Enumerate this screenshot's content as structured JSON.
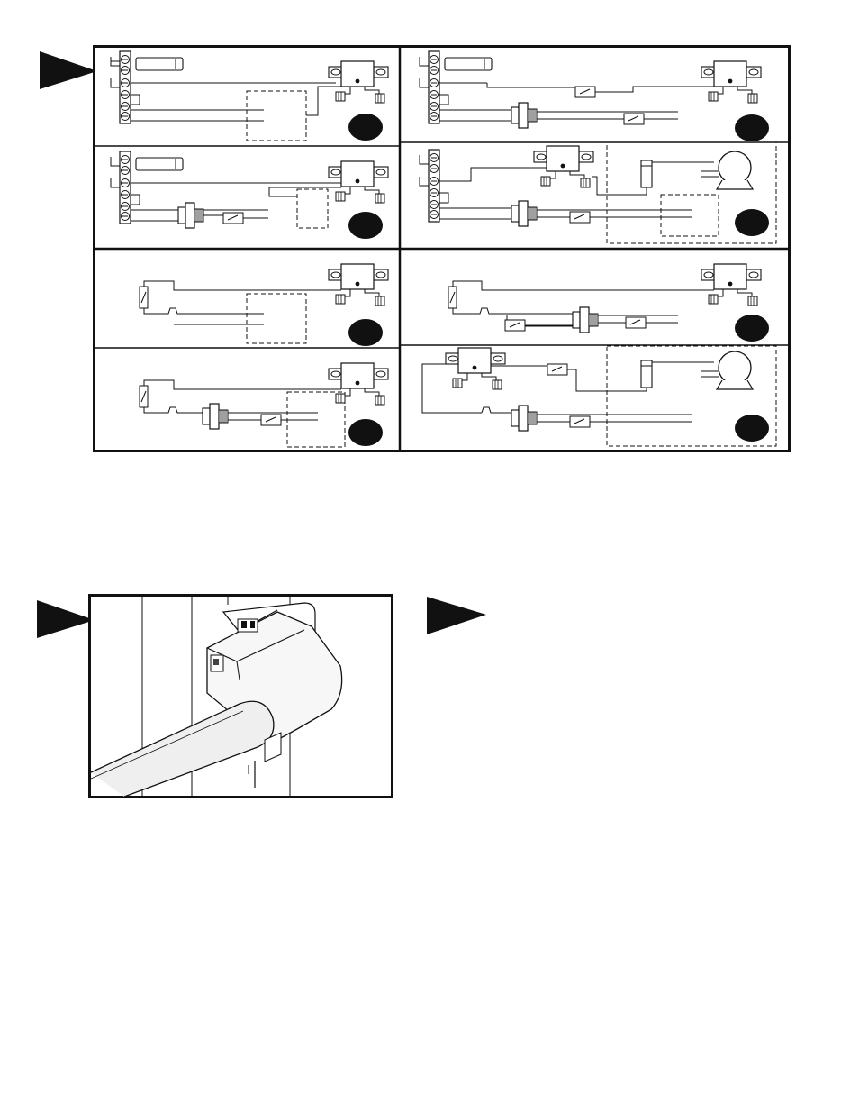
{
  "page": {
    "background": "#ffffff",
    "ink": "#111111"
  },
  "pointers": [
    {
      "id": "wiring-pointer",
      "icon": "pointer-arrow-icon"
    },
    {
      "id": "photo-pointer",
      "icon": "pointer-arrow-icon"
    },
    {
      "id": "step-pointer",
      "icon": "pointer-arrow-icon"
    }
  ],
  "wiring_panels": [
    {
      "id": "panel-1",
      "badge": ""
    },
    {
      "id": "panel-2",
      "badge": ""
    },
    {
      "id": "panel-3",
      "badge": ""
    },
    {
      "id": "panel-4",
      "badge": ""
    },
    {
      "id": "panel-5",
      "badge": ""
    },
    {
      "id": "panel-6",
      "badge": ""
    },
    {
      "id": "panel-7",
      "badge": ""
    },
    {
      "id": "panel-8",
      "badge": ""
    }
  ],
  "photo": {
    "subject": "humidifier-installed-on-duct-illustration"
  },
  "step_text": ""
}
